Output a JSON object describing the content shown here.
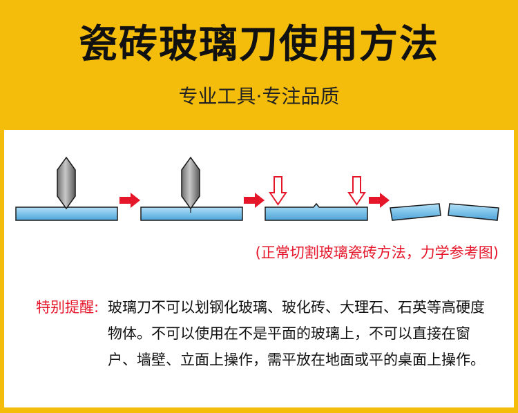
{
  "header": {
    "title": "瓷砖玻璃刀使用方法",
    "subtitle": "专业工具·专注品质"
  },
  "diagram": {
    "caption": "(正常切割玻璃瓷砖方法，力学参考图)"
  },
  "notice": {
    "label": "特别提醒:",
    "text": "玻璃刀不可以划钢化玻璃、玻化砖、大理石、石英等高硬度物体。不可以使用在不是平面的玻璃上，不可以直接在窗户、墙壁、立面上操作，需平放在地面或平的桌面上操作。"
  },
  "colors": {
    "background": "#f5bd0b",
    "glass": "#7ec3ea",
    "arrow": "#e5162a"
  }
}
